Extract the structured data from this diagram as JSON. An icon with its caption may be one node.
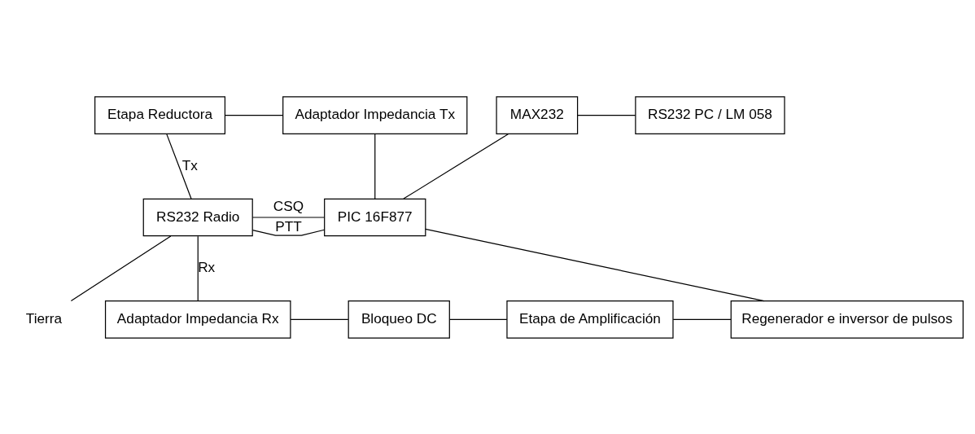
{
  "diagram": {
    "nodes": [
      {
        "text": [
          "RS232 Radio"
        ]
      },
      {
        "text": [
          "Etapa Reductora"
        ]
      },
      {
        "text": [
          "Adaptador Impedancia Tx"
        ]
      },
      {
        "text": [
          "MAX232"
        ]
      },
      {
        "text": [
          "RS232 PC / LM 058"
        ]
      },
      {
        "text": [
          "PIC 16F877"
        ]
      },
      {
        "text": [
          "Tierra"
        ]
      },
      {
        "text": [
          "Adaptador Impedancia Rx"
        ]
      },
      {
        "text": [
          "Bloqueo DC"
        ]
      },
      {
        "text": [
          "Etapa de Amplificación"
        ]
      },
      {
        "text": [
          "Regenerador e inversor de pulsos"
        ]
      }
    ],
    "edges": [
      {
        "from": 0,
        "to": 1,
        "arrow": "none",
        "label": "Tx"
      },
      {
        "from": 1,
        "to": 2,
        "arrow": "none"
      },
      {
        "from": 0,
        "to": 5,
        "arrow": "none",
        "label": "PTT"
      },
      {
        "from": 0,
        "to": 5,
        "arrow": "none",
        "label": "CSQ"
      },
      {
        "from": 2,
        "to": 5,
        "arrow": "none"
      },
      {
        "from": 3,
        "to": 5,
        "arrow": "none"
      },
      {
        "from": 3,
        "to": 4,
        "arrow": "none"
      },
      {
        "from": 0,
        "to": 7,
        "arrow": "none",
        "label": "Rx"
      },
      {
        "from": 7,
        "to": 8,
        "arrow": "none"
      },
      {
        "from": 8,
        "to": 9,
        "arrow": "none"
      },
      {
        "from": 9,
        "to": 10,
        "arrow": "none"
      },
      {
        "from": 5,
        "to": 10,
        "arrow": "none"
      },
      {
        "from": 0,
        "to": 6,
        "arrow": "none"
      }
    ]
  }
}
